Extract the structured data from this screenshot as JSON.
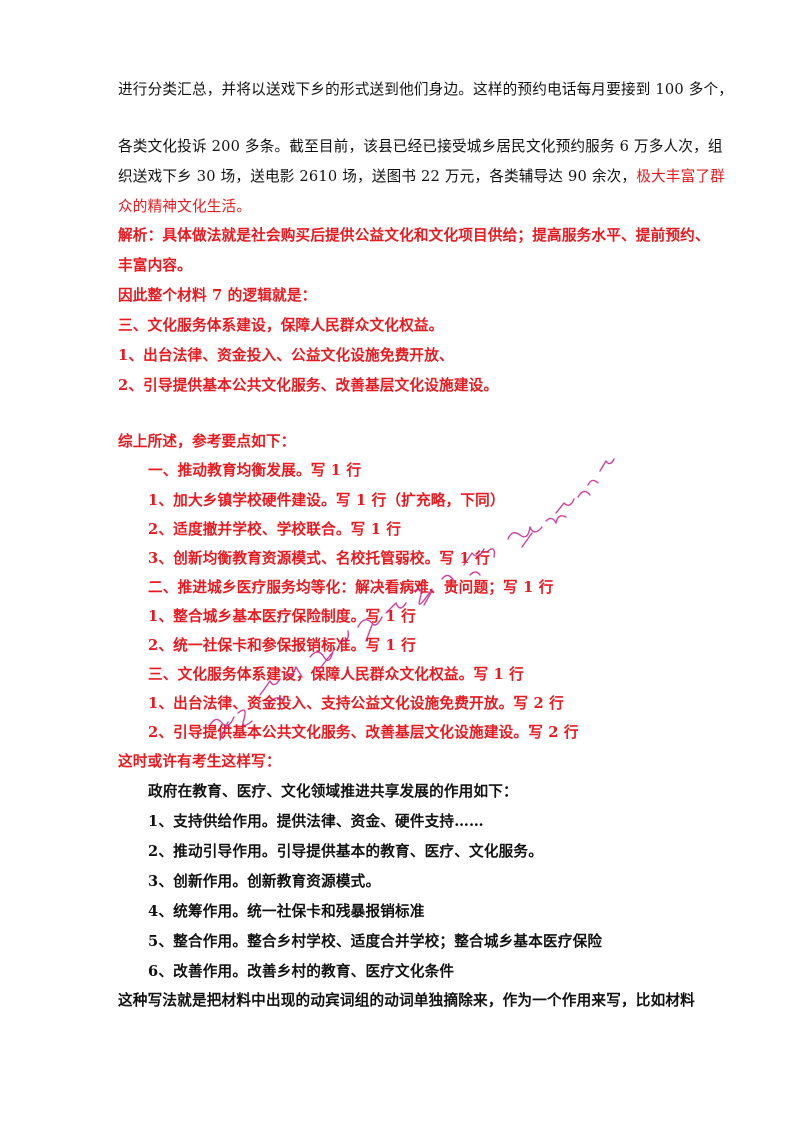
{
  "colors": {
    "accent_red": "#e8191f",
    "text": "#111111",
    "watermark": "#c81e8c"
  },
  "para1": {
    "l1": "进行分类汇总，并将以送戏下乡的形式送到他们身边。这样的预约电话每月要接到 100 多个，",
    "l2": "各类文化投诉 200 多条。截至目前，该县已经已接受城乡居民文化预约服务 6 万多人次，组",
    "l3a": "织送戏下乡 30 场，送电影 2610 场，送图书 22 万元，各类辅导达 90 余次，",
    "l3b": "极大丰富了群",
    "l4": "众的精神文化生活。"
  },
  "analysis": {
    "l1": "解析：具体做法就是社会购买后提供公益文化和文化项目供给；提高服务水平、提前预约、",
    "l2": "丰富内容。",
    "l3": "因此整个材料 7 的逻辑就是：",
    "l4": "三、文化服务体系建设，保障人民群众文化权益。",
    "l5": "1、出台法律、资金投入、公益文化设施免费开放、",
    "l6": "2、引导提供基本公共文化服务、改善基层文化设施建设。"
  },
  "summary": {
    "title": "综上所述，参考要点如下：",
    "items": [
      "一、推动教育均衡发展。写 1 行",
      "1、加大乡镇学校硬件建设。写 1 行（扩充略，下同）",
      "2、适度撤并学校、学校联合。写 1 行",
      "3、创新均衡教育资源模式、名校托管弱校。写 1 行",
      "二、推进城乡医疗服务均等化：解决看病难、贵问题；写 1 行",
      "1、整合城乡基本医疗保险制度。写 1 行",
      "2、统一社保卡和参保报销标准。写 1 行",
      "三、文化服务体系建设，保障人民群众文化权益。写 1 行",
      "1、出台法律、资金投入、支持公益文化设施免费开放。写 2 行",
      "2、引导提供基本公共文化服务、改善基层文化设施建设。写 2 行"
    ]
  },
  "alt": {
    "intro": "这时或许有考生这样写：",
    "lead": "政府在教育、医疗、文化领域推进共享发展的作用如下：",
    "items": [
      "1、支持供给作用。提供法律、资金、硬件支持……",
      "2、推动引导作用。引导提供基本的教育、医疗、文化服务。",
      "3、创新作用。创新教育资源模式。",
      "4、统筹作用。统一社保卡和残暴报销标准",
      "5、整合作用。整合乡村学校、适度合并学校；整合城乡基本医疗保险",
      "6、改善作用。改善乡村的教育、医疗文化条件"
    ],
    "closing": "这种写法就是把材料中出现的动宾词组的动词单独摘除来，作为一个作用来写，比如材料"
  },
  "watermark": {
    "text": "小于书印，书市卐一手微信wobishangan516",
    "icon": "handwritten-watermark"
  }
}
